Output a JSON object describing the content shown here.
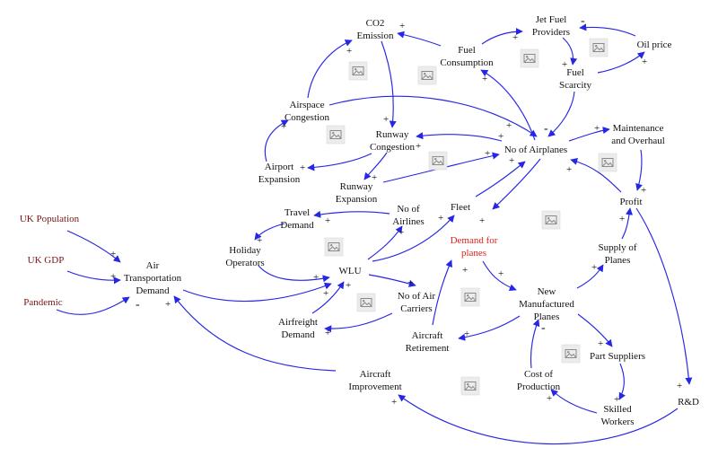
{
  "nodes": {
    "co2_emission": [
      "CO2",
      "Emission"
    ],
    "jet_fuel_providers": [
      "Jet Fuel",
      "Providers"
    ],
    "oil_price": [
      "Oil price"
    ],
    "fuel_consumption": [
      "Fuel",
      "Consumption"
    ],
    "fuel_scarcity": [
      "Fuel",
      "Scarcity"
    ],
    "airspace_congestion": [
      "Airspace",
      "Congestion"
    ],
    "runway_congestion": [
      "Runway",
      "Congestion"
    ],
    "no_of_airplanes": [
      "No of Airplanes"
    ],
    "maintenance_overhaul": [
      "Maintenance",
      "and Overhaul"
    ],
    "airport_expansion": [
      "Airport",
      "Expansion"
    ],
    "runway_expansion": [
      "Runway",
      "Expansion"
    ],
    "travel_demand": [
      "Travel",
      "Demand"
    ],
    "no_of_airlines": [
      "No of",
      "Airlines"
    ],
    "fleet": [
      "Fleet"
    ],
    "profit": [
      "Profit"
    ],
    "uk_population": [
      "UK Population"
    ],
    "uk_gdp": [
      "UK GDP"
    ],
    "pandemic": [
      "Pandemic"
    ],
    "air_transportation_demand": [
      "Air",
      "Transportation",
      "Demand"
    ],
    "holiday_operators": [
      "Holiday",
      "Operators"
    ],
    "wlu": [
      "WLU"
    ],
    "demand_for_planes": [
      "Demand for",
      "planes"
    ],
    "supply_of_planes": [
      "Supply of",
      "Planes"
    ],
    "no_of_air_carriers": [
      "No of Air",
      "Carriers"
    ],
    "new_manufactured_planes": [
      "New",
      "Manufactured",
      "Planes"
    ],
    "airfreight_demand": [
      "Airfreight",
      "Demand"
    ],
    "aircraft_retirement": [
      "Aircraft",
      "Retirement"
    ],
    "part_suppliers": [
      "Part Suppliers"
    ],
    "aircraft_improvement": [
      "Aircraft",
      "Improvement"
    ],
    "cost_of_production": [
      "Cost of",
      "Production"
    ],
    "skilled_workers": [
      "Skilled",
      "Workers"
    ],
    "rd": [
      "R&D"
    ]
  },
  "polarities": [
    "+",
    "+",
    "-",
    "+",
    "+",
    "+",
    "+",
    "+",
    "+",
    "+",
    "+",
    "+",
    "+",
    "-",
    "+",
    "+",
    "+",
    "+",
    "+",
    "+",
    "+",
    "+",
    "+",
    "+",
    "+",
    "+",
    "+",
    "+",
    "+",
    "-",
    "+",
    "+",
    "+",
    "+",
    "+",
    "+",
    "+",
    "+",
    "+",
    "+",
    "+",
    "+",
    "+",
    "+",
    "-",
    "+",
    "+",
    "+",
    "+",
    "+"
  ],
  "colors": {
    "edge": "#2626e6",
    "external_variable": "#7a1414",
    "highlight_variable": "#e0211b",
    "text": "#111111"
  },
  "icons": [
    "image-placeholder-icon"
  ]
}
